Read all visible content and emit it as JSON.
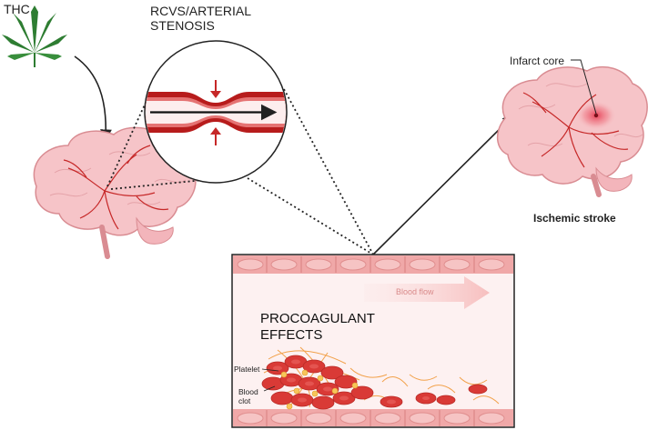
{
  "labels": {
    "thc": "THC",
    "stenosis_line1": "RCVS/ARTERIAL",
    "stenosis_line2": "STENOSIS",
    "infarct_core": "Infarct core",
    "ischemic_stroke": "Ischemic stroke",
    "procoagulant_line1": "PROCOAGULANT",
    "procoagulant_line2": "EFFECTS",
    "blood_flow": "Blood flow",
    "platelet": "Platelet",
    "blood_clot": "Blood clot"
  },
  "colors": {
    "leaf": "#2e7d32",
    "brain_fill": "#f6c4c8",
    "brain_outline": "#d98c92",
    "artery": "#c62828",
    "vessel_wall": "#f0a8a8",
    "vessel_lumen": "#fdeeee",
    "rbc": "#d93a36",
    "clot_fiber": "#f2a14a",
    "infarct": "#e53950"
  }
}
